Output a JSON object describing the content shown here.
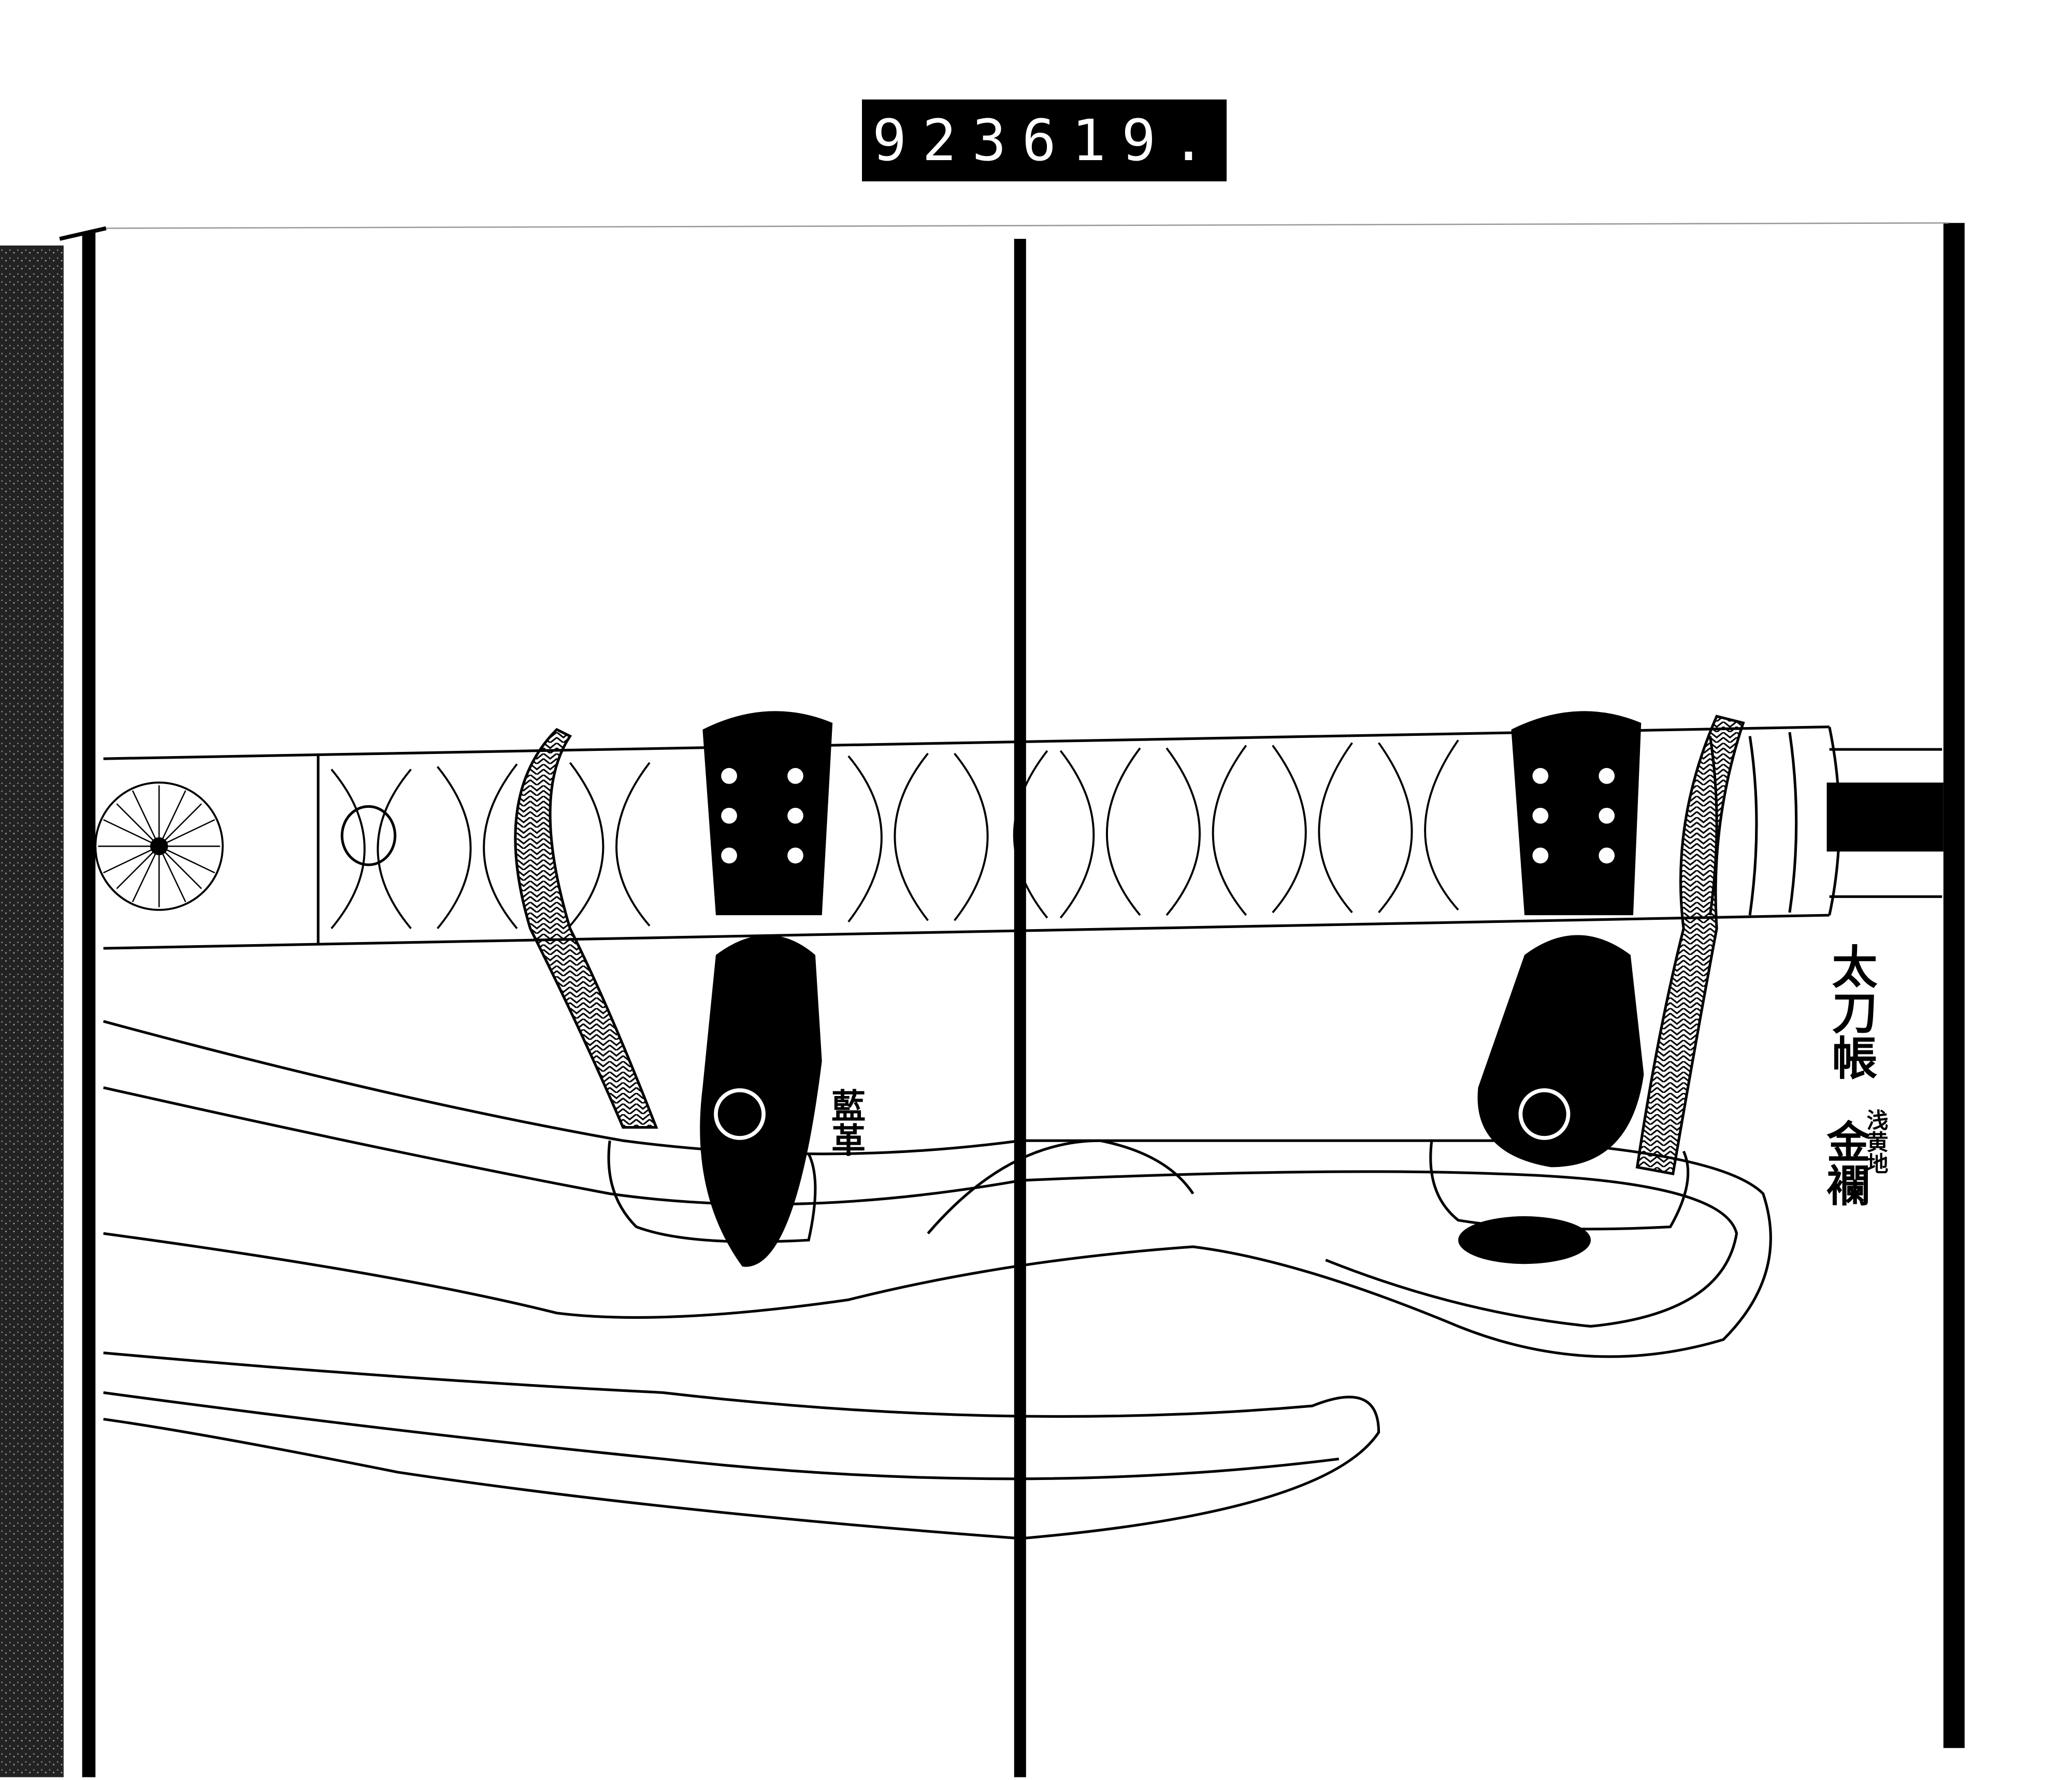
{
  "catalog_label": {
    "left_number": "923",
    "right_number": "619."
  },
  "annotations": {
    "title": "太刀帳",
    "leather": "藍革",
    "ground_color": "浅黄地",
    "brocade": "金襴"
  },
  "colors": {
    "ink": "#000000",
    "paper": "#ffffff"
  }
}
